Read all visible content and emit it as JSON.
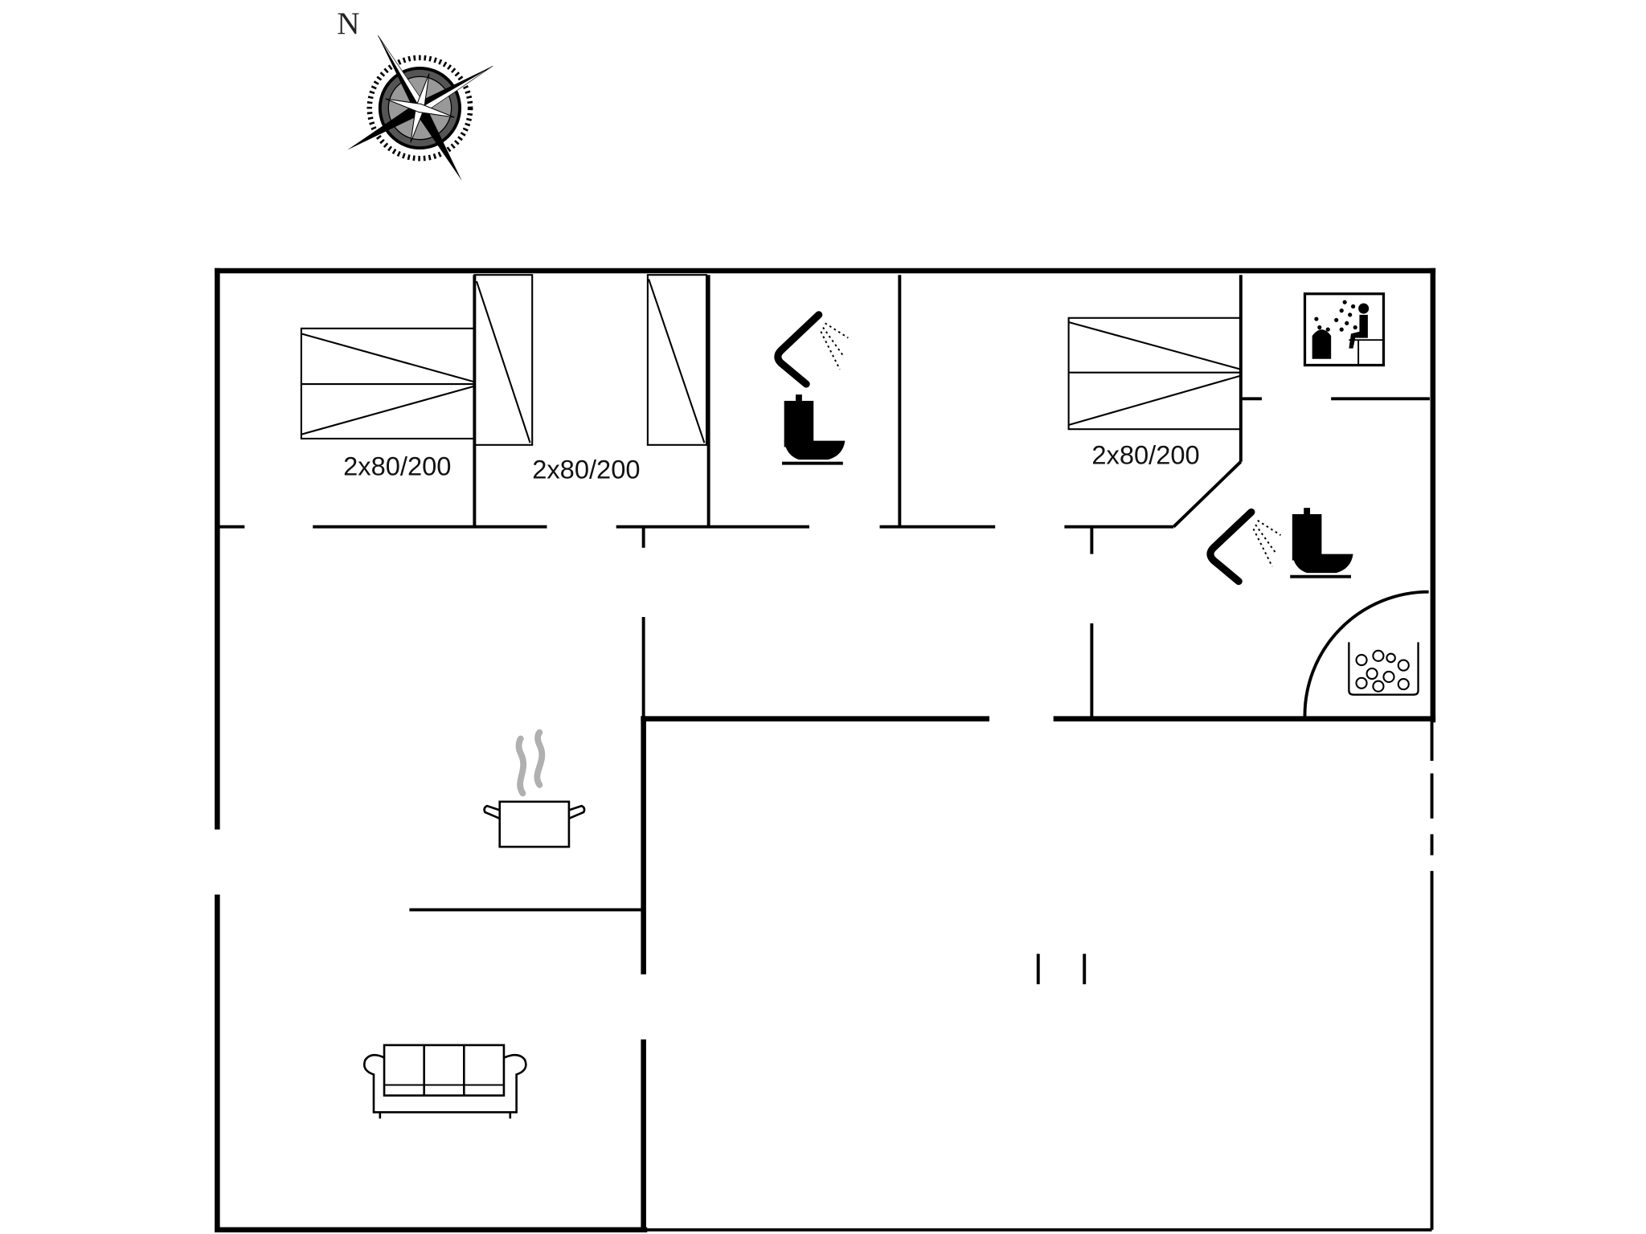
{
  "compass": {
    "north_label": "N"
  },
  "rooms": {
    "bedroom_1": {
      "bed_label": "2x80/200"
    },
    "bedroom_2": {
      "bed_label": "2x80/200"
    },
    "bedroom_3": {
      "bed_label": "2x80/200"
    },
    "bathroom_1": {
      "fixtures": [
        "shower",
        "toilet"
      ]
    },
    "bathroom_2": {
      "fixtures": [
        "shower",
        "toilet",
        "whirlpool"
      ]
    },
    "sauna": {
      "fixtures": [
        "sauna"
      ]
    },
    "kitchen": {
      "fixtures": [
        "cooking-pot"
      ]
    },
    "living": {
      "fixtures": [
        "sofa"
      ]
    }
  },
  "colors": {
    "wall": "#000000",
    "background": "#ffffff",
    "steam": "#b0b0b0"
  }
}
